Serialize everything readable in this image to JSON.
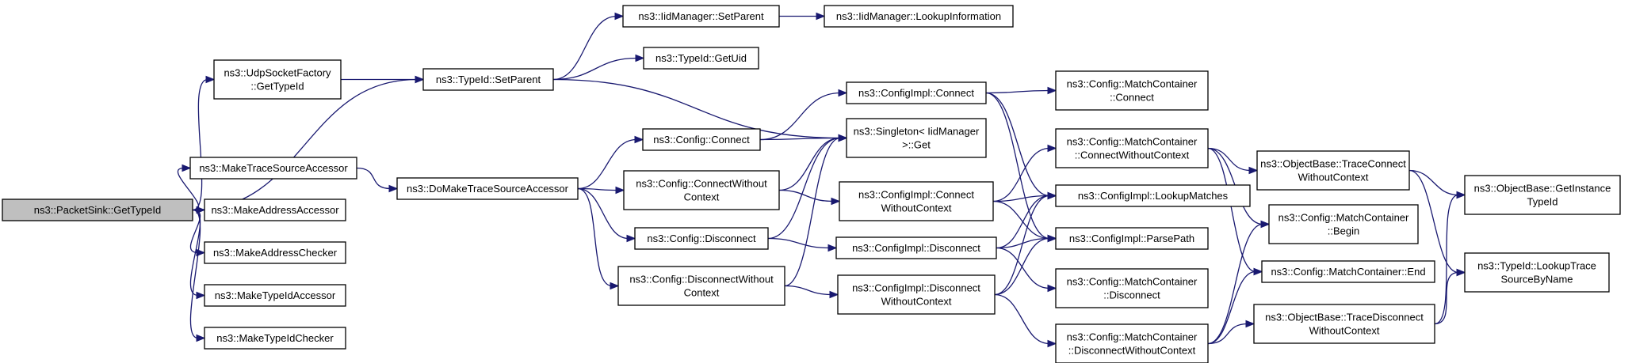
{
  "graph": {
    "title": "",
    "colors": {
      "edge": "#191970",
      "node_fill": "#ffffff",
      "root_fill": "#bfbfbf",
      "border": "#000000"
    },
    "nodes": [
      {
        "id": "n0",
        "lines": [
          "ns3::PacketSink::GetTypeId"
        ],
        "root": true
      },
      {
        "id": "n1",
        "lines": [
          "ns3::UdpSocketFactory",
          "::GetTypeId"
        ]
      },
      {
        "id": "n2",
        "lines": [
          "ns3::MakeTraceSourceAccessor"
        ]
      },
      {
        "id": "n3",
        "lines": [
          "ns3::MakeAddressAccessor"
        ]
      },
      {
        "id": "n4",
        "lines": [
          "ns3::MakeAddressChecker"
        ]
      },
      {
        "id": "n5",
        "lines": [
          "ns3::MakeTypeIdAccessor"
        ]
      },
      {
        "id": "n6",
        "lines": [
          "ns3::MakeTypeIdChecker"
        ]
      },
      {
        "id": "n7",
        "lines": [
          "ns3::TypeId::SetParent"
        ]
      },
      {
        "id": "n8",
        "lines": [
          "ns3::DoMakeTraceSourceAccessor"
        ]
      },
      {
        "id": "n9",
        "lines": [
          "ns3::IidManager::SetParent"
        ]
      },
      {
        "id": "n10",
        "lines": [
          "ns3::TypeId::GetUid"
        ]
      },
      {
        "id": "n11",
        "lines": [
          "ns3::Config::Connect"
        ]
      },
      {
        "id": "n12",
        "lines": [
          "ns3::Config::ConnectWithout",
          "Context"
        ]
      },
      {
        "id": "n13",
        "lines": [
          "ns3::Config::Disconnect"
        ]
      },
      {
        "id": "n14",
        "lines": [
          "ns3::Config::DisconnectWithout",
          "Context"
        ]
      },
      {
        "id": "n15",
        "lines": [
          "ns3::IidManager::LookupInformation"
        ]
      },
      {
        "id": "n16",
        "lines": [
          "ns3::ConfigImpl::Connect"
        ]
      },
      {
        "id": "n17",
        "lines": [
          "ns3::Singleton< IidManager",
          " >::Get"
        ]
      },
      {
        "id": "n18",
        "lines": [
          "ns3::ConfigImpl::Connect",
          "WithoutContext"
        ]
      },
      {
        "id": "n19",
        "lines": [
          "ns3::ConfigImpl::Disconnect"
        ]
      },
      {
        "id": "n20",
        "lines": [
          "ns3::ConfigImpl::Disconnect",
          "WithoutContext"
        ]
      },
      {
        "id": "n21",
        "lines": [
          "ns3::Config::MatchContainer",
          "::Connect"
        ]
      },
      {
        "id": "n22",
        "lines": [
          "ns3::Config::MatchContainer",
          "::ConnectWithoutContext"
        ]
      },
      {
        "id": "n23",
        "lines": [
          "ns3::ConfigImpl::LookupMatches"
        ]
      },
      {
        "id": "n24",
        "lines": [
          "ns3::ConfigImpl::ParsePath"
        ]
      },
      {
        "id": "n25",
        "lines": [
          "ns3::Config::MatchContainer",
          "::Disconnect"
        ]
      },
      {
        "id": "n26",
        "lines": [
          "ns3::Config::MatchContainer",
          "::DisconnectWithoutContext"
        ]
      },
      {
        "id": "n27",
        "lines": [
          "ns3::ObjectBase::TraceConnect",
          "WithoutContext"
        ]
      },
      {
        "id": "n28",
        "lines": [
          "ns3::Config::MatchContainer",
          "::Begin"
        ]
      },
      {
        "id": "n29",
        "lines": [
          "ns3::Config::MatchContainer::End"
        ]
      },
      {
        "id": "n30",
        "lines": [
          "ns3::ObjectBase::TraceDisconnect",
          "WithoutContext"
        ]
      },
      {
        "id": "n31",
        "lines": [
          "ns3::ObjectBase::GetInstance",
          "TypeId"
        ]
      },
      {
        "id": "n32",
        "lines": [
          "ns3::TypeId::LookupTrace",
          "SourceByName"
        ]
      }
    ],
    "edges": [
      [
        "n0",
        "n1"
      ],
      [
        "n0",
        "n7"
      ],
      [
        "n0",
        "n2"
      ],
      [
        "n0",
        "n3"
      ],
      [
        "n0",
        "n4"
      ],
      [
        "n0",
        "n5"
      ],
      [
        "n0",
        "n6"
      ],
      [
        "n1",
        "n7"
      ],
      [
        "n2",
        "n8"
      ],
      [
        "n7",
        "n9"
      ],
      [
        "n7",
        "n10"
      ],
      [
        "n7",
        "n17"
      ],
      [
        "n9",
        "n15"
      ],
      [
        "n8",
        "n11"
      ],
      [
        "n8",
        "n12"
      ],
      [
        "n8",
        "n13"
      ],
      [
        "n8",
        "n14"
      ],
      [
        "n11",
        "n16"
      ],
      [
        "n11",
        "n17"
      ],
      [
        "n12",
        "n17"
      ],
      [
        "n12",
        "n18"
      ],
      [
        "n13",
        "n17"
      ],
      [
        "n13",
        "n19"
      ],
      [
        "n14",
        "n17"
      ],
      [
        "n14",
        "n20"
      ],
      [
        "n16",
        "n21"
      ],
      [
        "n16",
        "n23"
      ],
      [
        "n16",
        "n24"
      ],
      [
        "n18",
        "n22"
      ],
      [
        "n18",
        "n23"
      ],
      [
        "n18",
        "n24"
      ],
      [
        "n19",
        "n23"
      ],
      [
        "n19",
        "n24"
      ],
      [
        "n19",
        "n25"
      ],
      [
        "n20",
        "n23"
      ],
      [
        "n20",
        "n24"
      ],
      [
        "n20",
        "n26"
      ],
      [
        "n22",
        "n27"
      ],
      [
        "n22",
        "n28"
      ],
      [
        "n22",
        "n29"
      ],
      [
        "n26",
        "n28"
      ],
      [
        "n26",
        "n29"
      ],
      [
        "n26",
        "n30"
      ],
      [
        "n27",
        "n31"
      ],
      [
        "n27",
        "n32"
      ],
      [
        "n30",
        "n31"
      ],
      [
        "n30",
        "n32"
      ]
    ]
  }
}
